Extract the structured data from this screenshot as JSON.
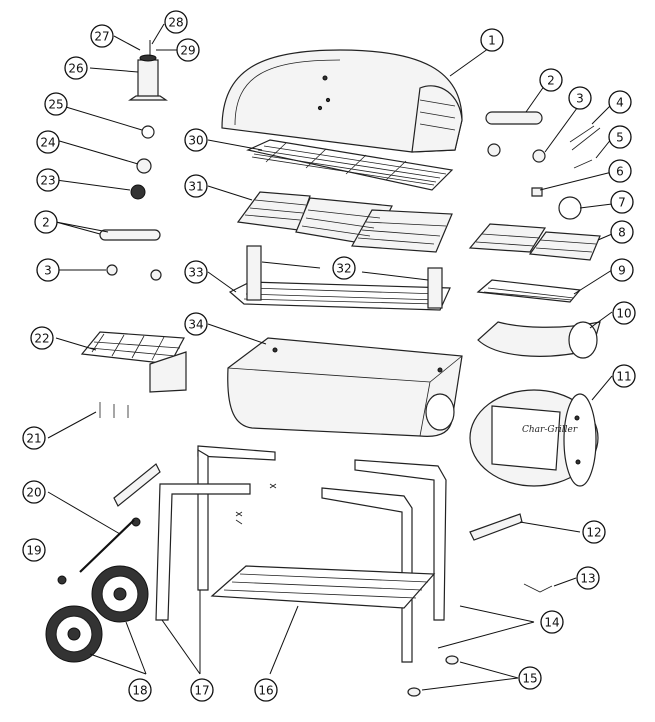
{
  "diagram": {
    "callouts": [
      "1",
      "2",
      "3",
      "4",
      "5",
      "6",
      "7",
      "8",
      "9",
      "10",
      "11",
      "12",
      "13",
      "14",
      "15",
      "16",
      "17",
      "18",
      "19",
      "20",
      "21",
      "22",
      "23",
      "24",
      "25",
      "26",
      "27",
      "28",
      "29",
      "30",
      "31",
      "32",
      "33",
      "34",
      "2",
      "3"
    ],
    "logo_text": "Char-Griller"
  }
}
